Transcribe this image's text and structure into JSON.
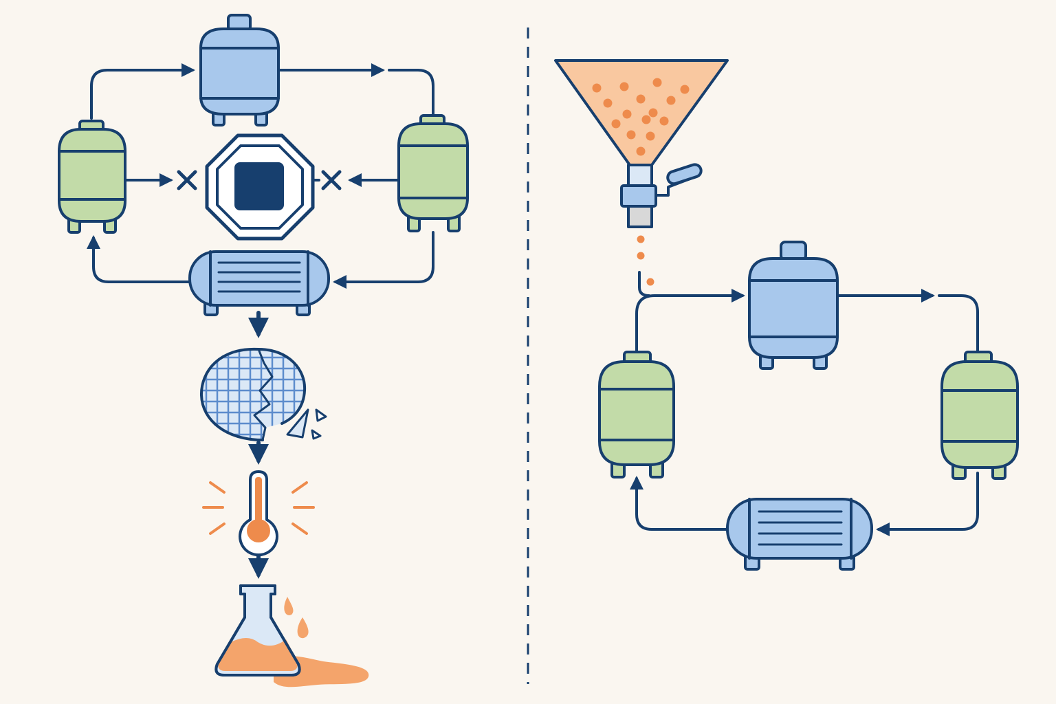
{
  "colors": {
    "background": "#faf6f0",
    "outline": "#173f6e",
    "tank_blue": "#a8c8ec",
    "tank_green": "#c2dba8",
    "accent_orange": "#ee8b4c",
    "orange_light": "#f9c8a0",
    "grid_light": "#dbe8f6"
  },
  "left_panel": {
    "loop_components": [
      "top-tank",
      "left-green-tank",
      "right-green-tank",
      "heat-exchanger"
    ],
    "center_symbol": "octagon-stop-icon",
    "blocked_inputs": [
      "blocked-x-icon",
      "blocked-x-icon"
    ],
    "failure_chain": [
      "cracked-mesh-sphere-icon",
      "thermometer-icon",
      "spilled-flask-icon"
    ]
  },
  "right_panel": {
    "feed_source": "funnel-hopper-icon",
    "loop_components": [
      "top-tank",
      "left-green-tank",
      "right-green-tank",
      "heat-exchanger"
    ]
  },
  "divider": "dashed-vertical-divider"
}
